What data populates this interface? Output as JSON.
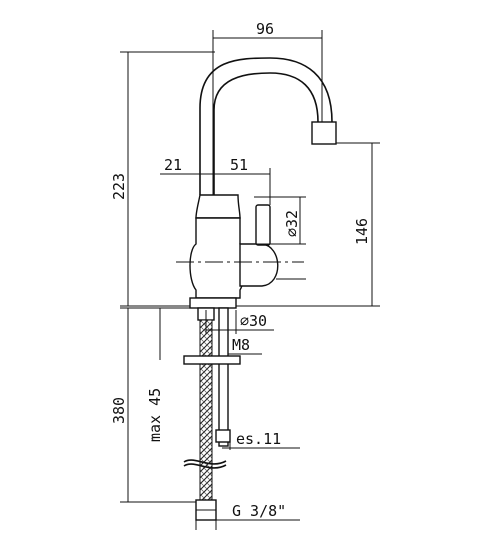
{
  "dimensions": {
    "spout_reach": "96",
    "total_height": "223",
    "spout_height": "146",
    "lever_offset": "21",
    "body_to_lever": "51",
    "handle_diameter": "⌀32",
    "base_diameter": "⌀30",
    "stud_thread": "M8",
    "hose_length": "380",
    "max_deck_thickness": "max 45",
    "wrench_size": "es.11",
    "connection_thread": "G 3/8\""
  }
}
